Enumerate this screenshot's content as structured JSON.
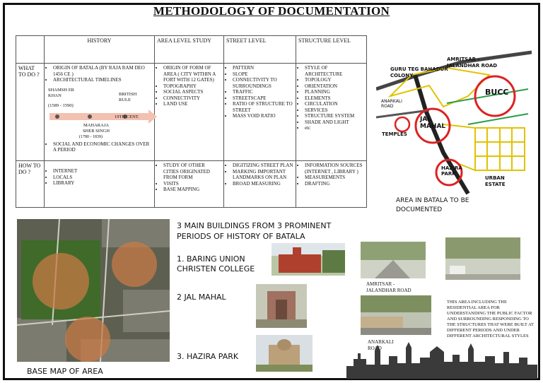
{
  "title": "METHODOLOGY  OF DOCUMENTATION",
  "table": {
    "headers": [
      "HISTORY",
      "AREA LEVEL STUDY",
      "STREET LEVEL",
      "STRUCTURE LEVEL"
    ],
    "what_label": "WHAT TO DO ?",
    "how_label": "HOW TO DO ?",
    "history_what": [
      "ORIGIN OF BATALA (BY RAJA RAM DEO 1456 CE )",
      "ARCHITECTURAL TIMELINES"
    ],
    "timeline": {
      "shamsh": "SHAMSH ER KHAN",
      "shamsh_years": "(1589 - 1590)",
      "british": "BRITISH RULE",
      "cent": "19TH CENT.",
      "maharaja": "MAHARAJA SHER SINGH",
      "maharaja_years": "(1780 - 1839)"
    },
    "history_what_last": "SOCIAL AND ECONOMIC CHANGES OVER A PERIOD",
    "area_what": [
      "ORIGIN OF FORM OF AREA ( CITY WITHIN A FORT WITH 12 GATES)",
      "TOPOGRAPHY",
      "SOCIAL ASPECTS",
      "CONNECTIVITY",
      "LAND USE"
    ],
    "street_what": [
      "PATTERN",
      "SLOPE",
      "CONNECTIVITY TO SURROUNDINGS",
      "TRAFFIC",
      "STREETSCAPE",
      "RATIO OF STRUCTURE TO STREET",
      "MASS VOID RATIO"
    ],
    "structure_what": [
      "STYLE OF ARCHITECTURE",
      "TOPOLOGY",
      "ORIENTATION",
      "PLANNING",
      "ELEMENTS",
      "CIRCULATION",
      "SERVICES",
      "STRUCTURE SYSTEM",
      "SHADE AND LIGHT",
      "etc"
    ],
    "history_how": [
      "INTERNET",
      "LOCALS",
      "LIBRARY"
    ],
    "area_how": [
      "STUDY OF OTHER CITIES ORIGINATED FROM FORM",
      "VISITS",
      "BASE MAPPING"
    ],
    "street_how": [
      "DIGITIZING STREET PLAN",
      "MARKING IMPORTANT LANDMARKS ON PLAN",
      "BROAD MEASURING"
    ],
    "structure_how": [
      "INFORMATION SOURCES (INTERNET , LIBRARY )",
      "MEASUREMENTS",
      "DRAFTING"
    ]
  },
  "sketch": {
    "guru": "GURU TEG BAHADUR COLONY",
    "amritsar": "AMRITSAR - JALANDHAR ROAD",
    "bucc": "BUCC",
    "anarkali": "ANARKALI ROAD",
    "jal": "JAL MAHAL",
    "temples": "TEMPLES",
    "hazira": "HAZIRA PARK",
    "urban": "URBAN ESTATE",
    "caption": "AREA IN BATALA TO BE DOCUMENTED"
  },
  "buildings": {
    "heading": "3 MAIN BUILDINGS  FROM 3 PROMINENT PERIODS OF HISTORY OF BATALA",
    "item1": "1.   BARING UNION CHRISTEN COLLEGE",
    "item2": "2 JAL MAHAL",
    "item3": "3.  HAZIRA PARK"
  },
  "captions": {
    "amritsar_road": "AMRITSAR - JALANDHAR ROAD",
    "anarkali_road": "ANARKALI ROAD",
    "basemap": "BASE MAP OF AREA"
  },
  "note": "THIS AREA INCLUDING THE RESIDENTIAL AREA FOR UNDERSTANDING THE PUBLIC FACTOR AND SURROUNDING RESPONDING TO THE STRUCTURES THAT WERE BUILT AT DIFFERENT PERIODS AND UNDER DIFFERENT ARCHITECTURAL STYLES"
}
